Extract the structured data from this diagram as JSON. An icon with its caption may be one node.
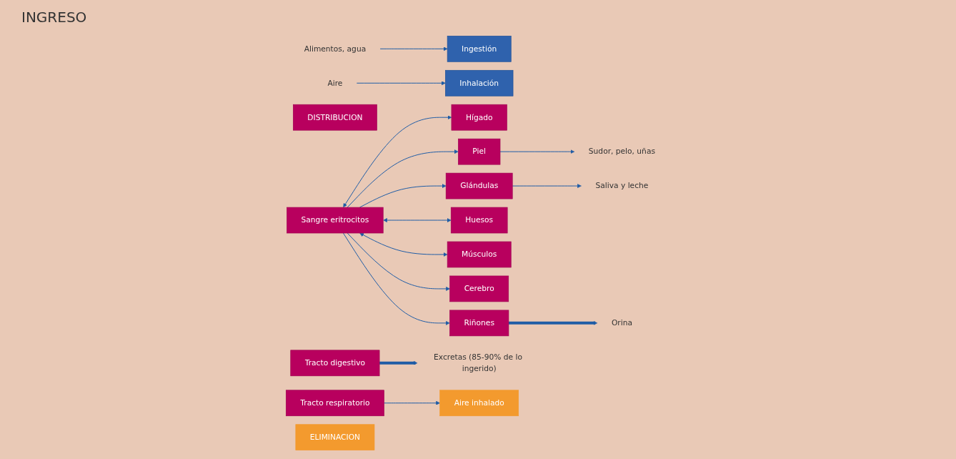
{
  "diagram": {
    "nodes": [
      {
        "text": [
          "Ingestión"
        ]
      },
      {
        "text": [
          "Alimentos, agua"
        ]
      },
      {
        "text": [
          "Aire"
        ]
      },
      {
        "text": [
          "Inhalación"
        ]
      },
      {
        "text": [
          "DISTRIBUCION"
        ]
      },
      {
        "text": [
          "Tracto digestivo"
        ]
      },
      {
        "text": [
          "Hígado"
        ]
      },
      {
        "text": [
          "Piel"
        ]
      },
      {
        "text": [
          "Glándulas"
        ]
      },
      {
        "text": [
          "Sangre eritrocitos"
        ]
      },
      {
        "text": [
          "Huesos"
        ]
      },
      {
        "text": [
          "Músculos"
        ]
      },
      {
        "text": [
          "Cerebro"
        ]
      },
      {
        "text": [
          "Riñones"
        ]
      },
      {
        "text": [
          "Tracto respiratorio"
        ]
      },
      {
        "text": [
          "ELIMINACION"
        ]
      },
      {
        "text": [
          "Excretas (85-90% de lo ingerido)"
        ]
      },
      {
        "text": [
          "Sudor, pelo, uñas"
        ]
      },
      {
        "text": [
          "Saliva y leche"
        ]
      },
      {
        "text": [
          "Orina"
        ]
      },
      {
        "text": [
          "Aire inhalado"
        ]
      }
    ],
    "edges": [
      {
        "from": 1,
        "to": 0,
        "arrow": "to"
      },
      {
        "from": 2,
        "to": 3,
        "arrow": "to"
      },
      {
        "from": 5,
        "to": 16,
        "arrow": "to",
        "style": "thick"
      },
      {
        "from": 9,
        "to": 6,
        "arrow": "both"
      },
      {
        "from": 9,
        "to": 7,
        "arrow": "to"
      },
      {
        "from": 9,
        "to": 8,
        "arrow": "to"
      },
      {
        "from": 9,
        "to": 10,
        "arrow": "both"
      },
      {
        "from": 9,
        "to": 11,
        "arrow": "both"
      },
      {
        "from": 9,
        "to": 12,
        "arrow": "to"
      },
      {
        "from": 9,
        "to": 13,
        "arrow": "to"
      },
      {
        "from": 7,
        "to": 17,
        "arrow": "to"
      },
      {
        "from": 8,
        "to": 18,
        "arrow": "to"
      },
      {
        "from": 13,
        "to": 19,
        "arrow": "to",
        "style": "thick"
      },
      {
        "from": 14,
        "to": 20,
        "arrow": "to"
      }
    ],
    "labels": [
      "INGRESO"
    ]
  }
}
